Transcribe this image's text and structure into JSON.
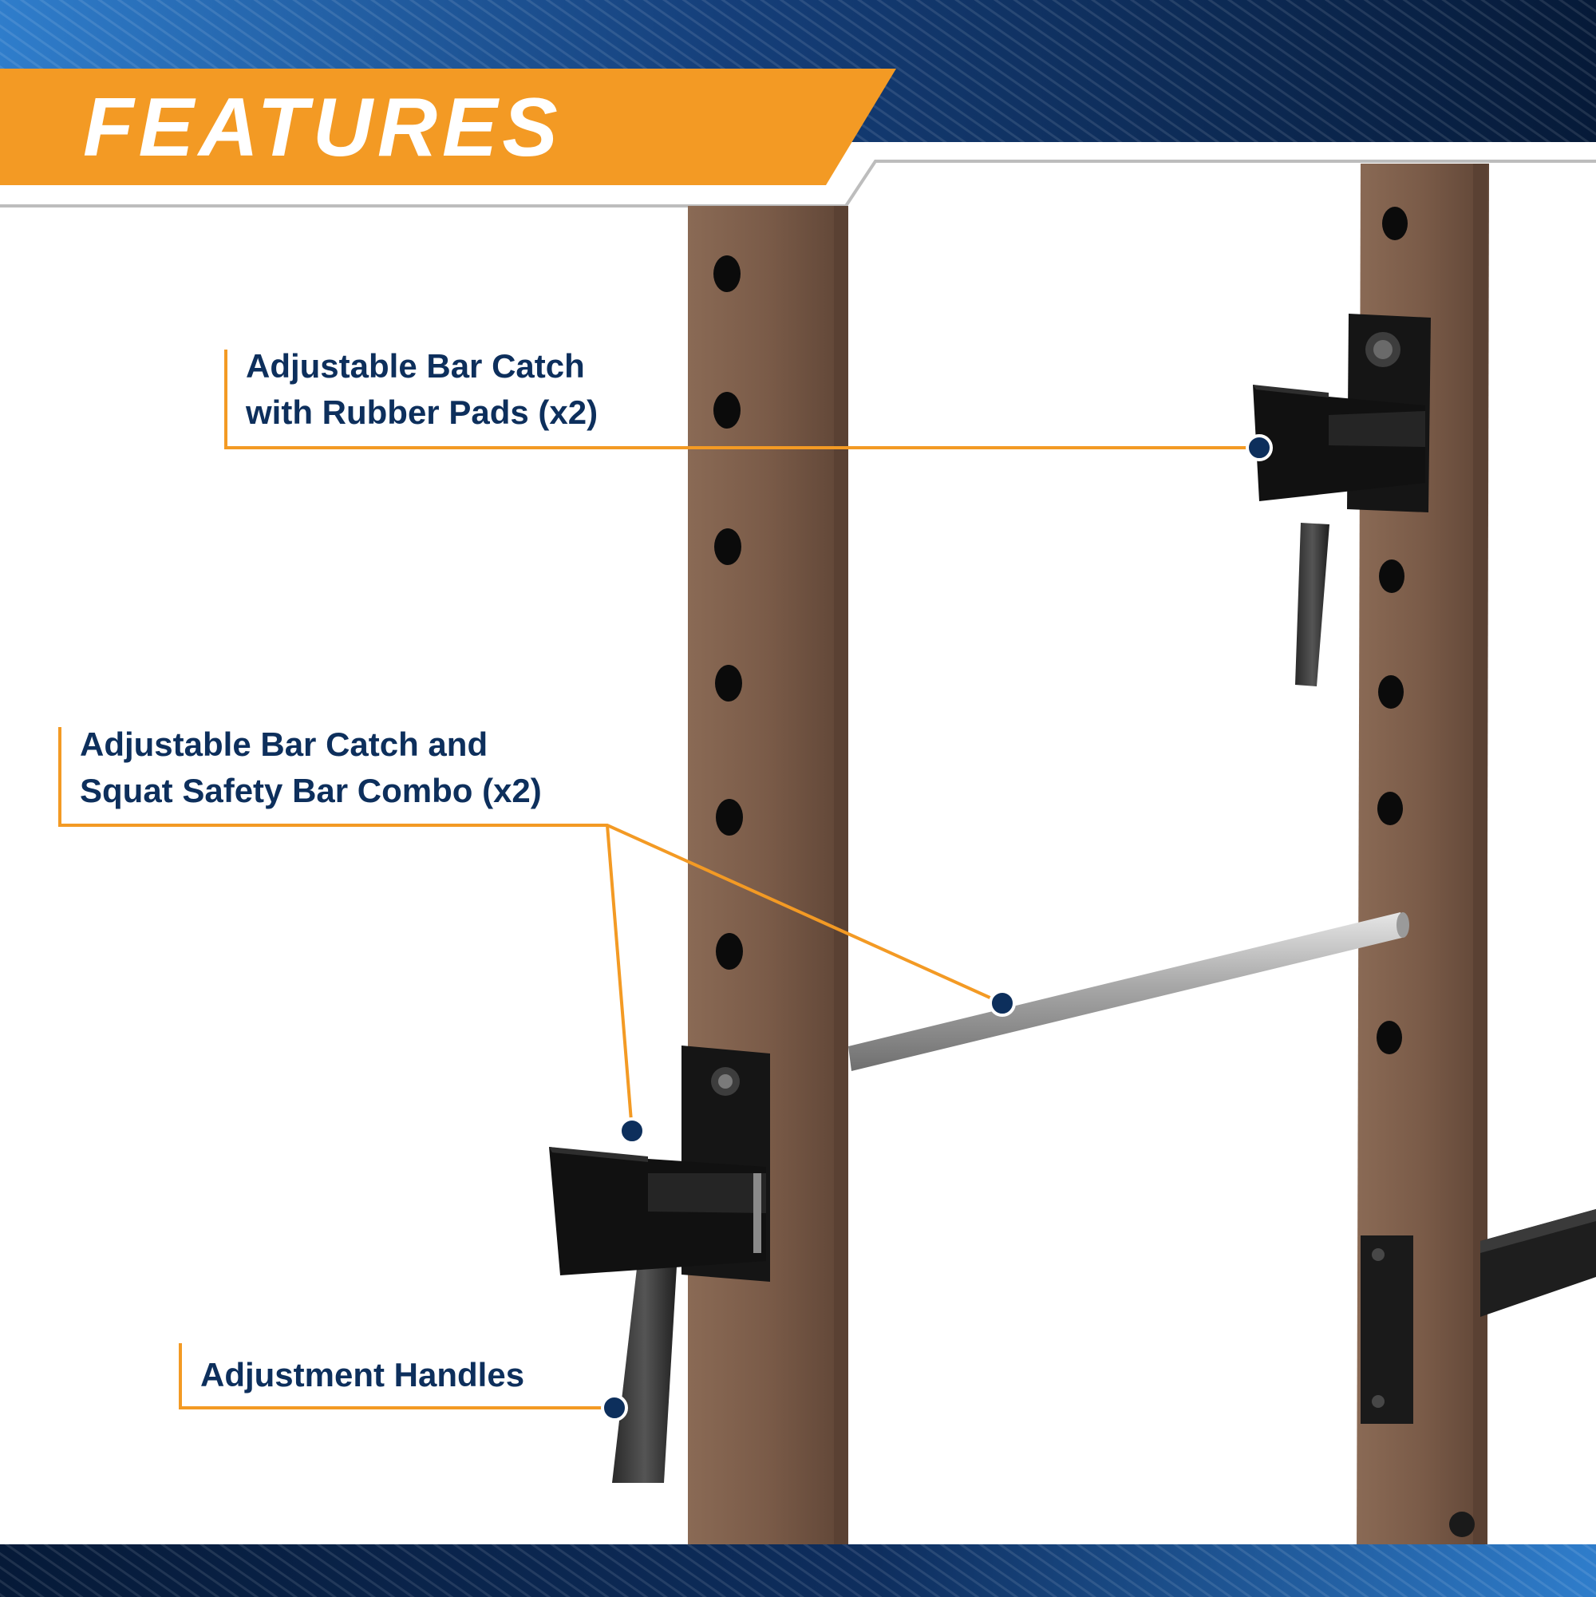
{
  "header": {
    "title": "FEATURES"
  },
  "callouts": [
    {
      "label_line1": "Adjustable Bar Catch",
      "label_line2": "with Rubber Pads (x2)"
    },
    {
      "label_line1": "Adjustable Bar Catch and",
      "label_line2": "Squat Safety Bar Combo (x2)"
    },
    {
      "label_line1": "Adjustment Handles"
    }
  ],
  "colors": {
    "accent_orange": "#f39a24",
    "navy": "#0d2f5c",
    "header_dark": "#061c3e",
    "header_blue": "#2f7dcb",
    "upright": "#7a5a47"
  }
}
